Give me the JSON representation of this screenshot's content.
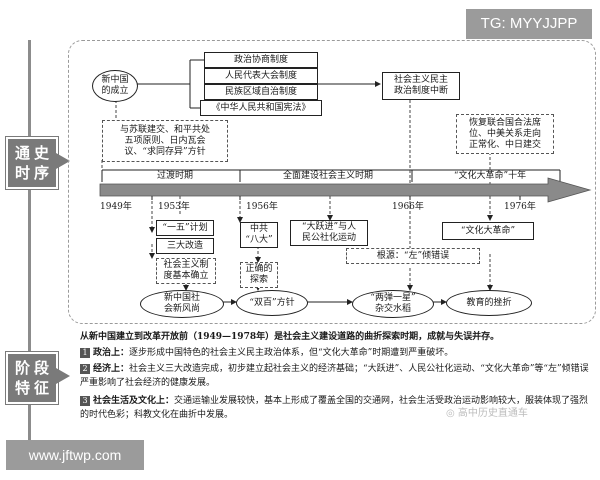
{
  "watermarks": {
    "top": "TG: MYYJJPP",
    "bottom": "www.jftwp.com",
    "wechat": "高中历史直通车"
  },
  "side_labels": {
    "timeline": [
      "通史",
      "时序"
    ],
    "features": [
      "阶段",
      "特征"
    ]
  },
  "top": {
    "founding": [
      "新中国",
      "的成立"
    ],
    "systems": [
      "政治协商制度",
      "人民代表大会制度",
      "民族区域自治制度",
      "《中华人民共和国宪法》"
    ],
    "interrupt": [
      "社会主义民主",
      "政治制度中断"
    ],
    "diplomacy": [
      "与苏联建交、和平共处",
      "五项原则、日内瓦会",
      "议、“求同存异”方针"
    ],
    "restore": [
      "恢复联合国合法席",
      "位、中美关系走向",
      "正常化、中日建交"
    ]
  },
  "periods": {
    "transition": "过渡时期",
    "construction": "全面建设社会主义时期",
    "cultural_revolution": "“文化大革命”十年"
  },
  "years": [
    "1949年",
    "1953年",
    "1956年",
    "1966年",
    "1976年"
  ],
  "bottom": {
    "plan": "“一五”计划",
    "reform": "三大改造",
    "system": [
      "社会主义制",
      "度基本确立"
    ],
    "eighth": [
      "中共",
      "“八大”"
    ],
    "explore": [
      "正确的",
      "探索"
    ],
    "leap": [
      "“大跃进”与人",
      "民公社化运动"
    ],
    "root": "根源：“左”倾错误",
    "cr": "“文化大革命”",
    "society": [
      "新中国社",
      "会新风尚"
    ],
    "hundred": "“双百”方针",
    "bombs": [
      "“两弹一星”",
      "杂交水稻"
    ],
    "education": "教育的挫折"
  },
  "summary": {
    "intro": "从新中国建立到改革开放前（1949—1978年）是社会主义建设道路的曲折探索时期，成就与失误并存。",
    "items": [
      {
        "num": "1",
        "head": "政治上：",
        "text": "逐步形成中国特色的社会主义民主政治体系，但“文化大革命”时期遭到严重破坏。"
      },
      {
        "num": "2",
        "head": "经济上：",
        "text": "社会主义三大改造完成，初步建立起社会主义的经济基础；“大跃进”、人民公社化运动、“文化大革命”等“左”倾错误严重影响了社会经济的健康发展。"
      },
      {
        "num": "3",
        "head": "社会生活及文化上：",
        "text": "交通运输业发展较快，基本上形成了覆盖全国的交通网，社会生活受政治运动影响较大，服装体现了强烈的时代色彩；科教文化在曲折中发展。"
      }
    ]
  }
}
